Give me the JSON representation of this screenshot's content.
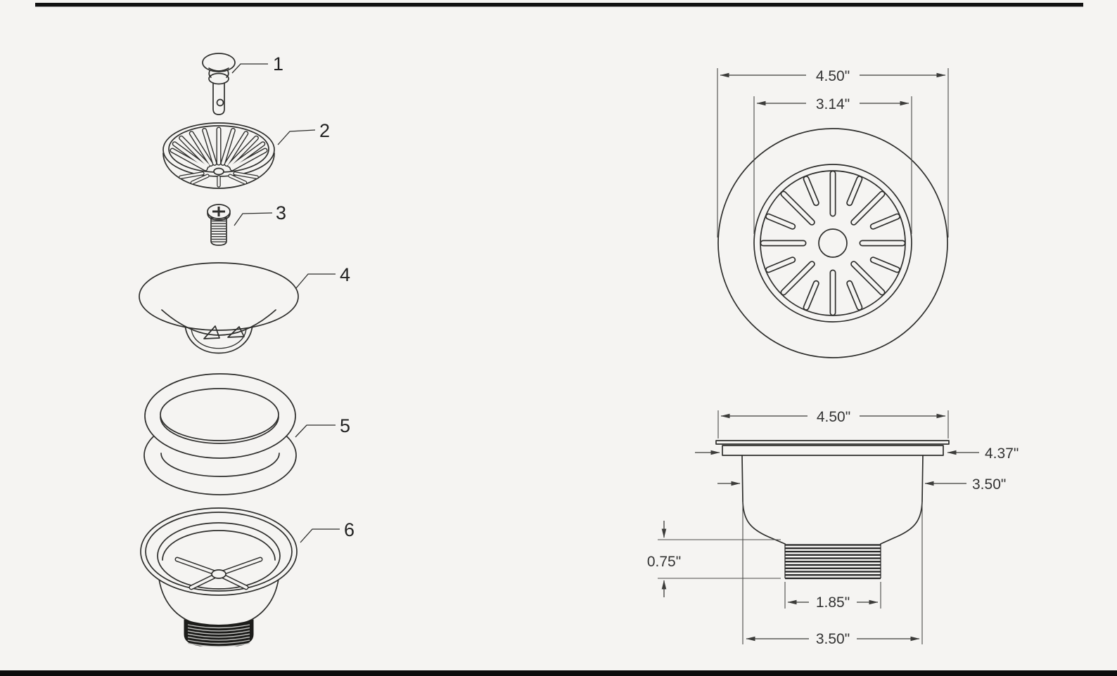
{
  "exploded_view": {
    "part_labels": [
      "1",
      "2",
      "3",
      "4",
      "5",
      "6"
    ]
  },
  "top_view": {
    "dim_outer": "4.50\"",
    "dim_inner": "3.14\""
  },
  "side_view": {
    "dim_top_width": "4.50\"",
    "dim_flange_width": "4.37\"",
    "dim_body_width": "3.50\"",
    "dim_thread_height": "0.75\"",
    "dim_thread_width": "1.85\"",
    "dim_bottom_width": "3.50\""
  },
  "colors": {
    "background": "#f5f4f2",
    "line": "#2e2e2c",
    "dim_text": "#333333",
    "rule": "#111111"
  }
}
